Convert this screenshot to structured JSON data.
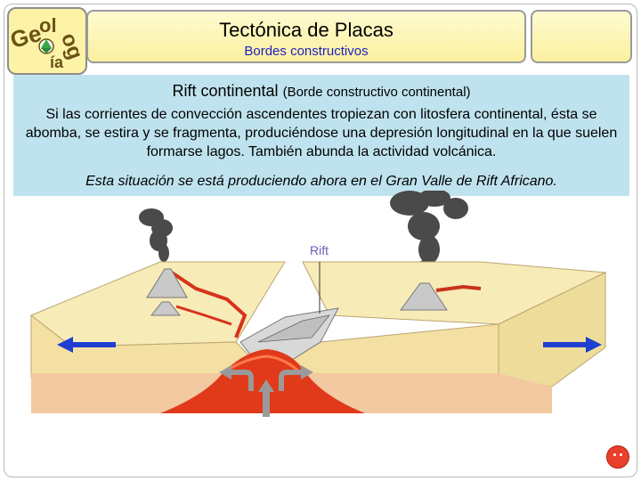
{
  "header": {
    "logo_text": "Geología",
    "title": "Tectónica de Placas",
    "subtitle": "Bordes constructivos"
  },
  "info": {
    "heading": "Rift continental",
    "heading_paren": "(Borde constructivo continental)",
    "body": "Si las corrientes de convección ascendentes tropiezan con litosfera continental, ésta se abomba, se estira y se fragmenta, produciéndose una depresión longitudinal en la que suelen formarse lagos. También abunda la actividad volcánica.",
    "note": "Esta situación se está produciendo ahora en el Gran Valle de Rift Africano."
  },
  "diagram": {
    "rift_label": "Rift"
  },
  "colors": {
    "accent_blue": "#1f1fbf",
    "info_bg": "#bfe3ee",
    "crust": "#f5e6ae",
    "magma": "#e03a1a"
  }
}
